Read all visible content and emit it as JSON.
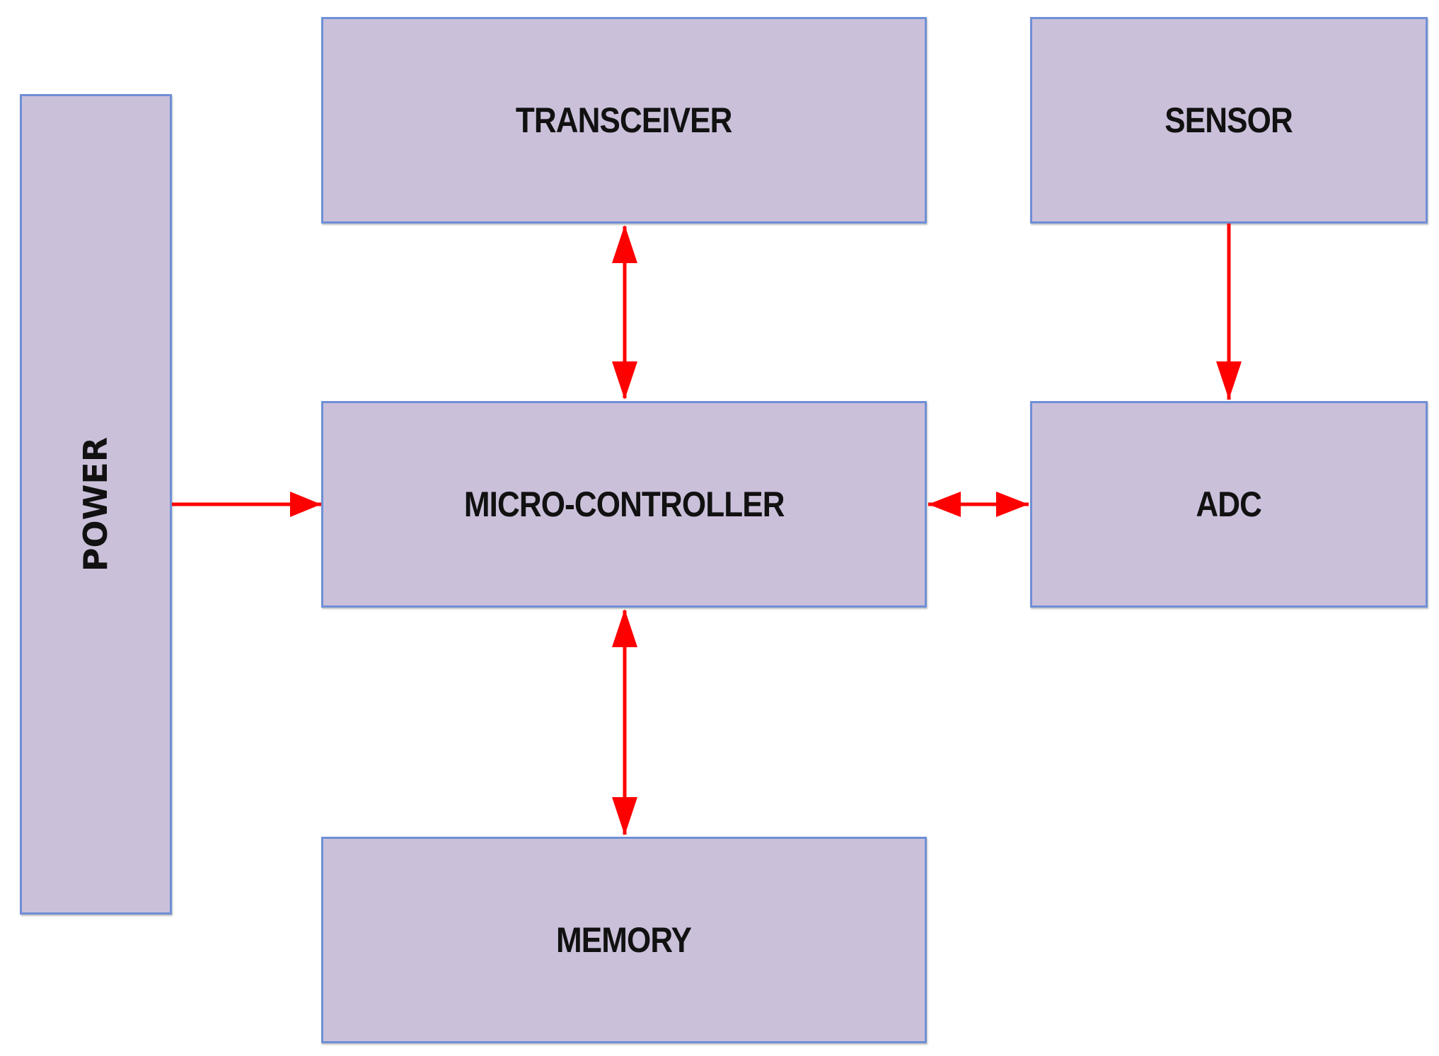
{
  "colors": {
    "block_fill": "#cbc0da",
    "block_border": "#6f8fd6",
    "arrow": "#ff0000",
    "label": "#111111"
  },
  "blocks": {
    "power": "POWER",
    "transceiver": "TRANSCEIVER",
    "sensor": "SENSOR",
    "microcontroller": "MICRO-CONTROLLER",
    "adc": "ADC",
    "memory": "MEMORY"
  },
  "connections": [
    {
      "from": "power",
      "to": "microcontroller",
      "direction": "one-way"
    },
    {
      "from": "transceiver",
      "to": "microcontroller",
      "direction": "two-way"
    },
    {
      "from": "sensor",
      "to": "adc",
      "direction": "one-way"
    },
    {
      "from": "adc",
      "to": "microcontroller",
      "direction": "two-way"
    },
    {
      "from": "memory",
      "to": "microcontroller",
      "direction": "two-way"
    }
  ]
}
